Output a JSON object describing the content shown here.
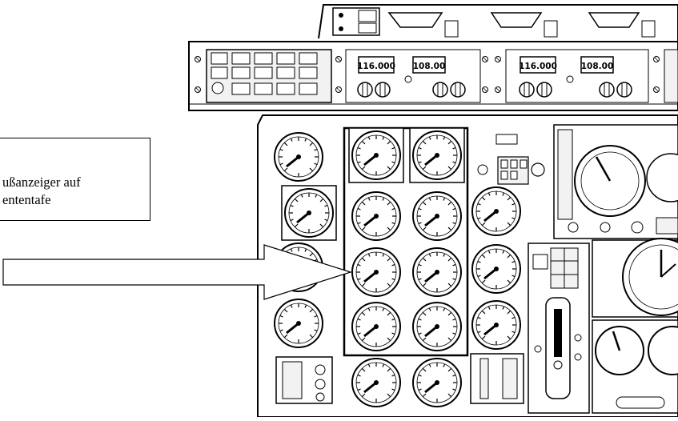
{
  "callout": {
    "line1": "ußanzeiger auf",
    "line2": "ententafe"
  },
  "radio_panel": {
    "comm_1": "116.000",
    "nav_1": "108.00",
    "comm_2": "116.000",
    "nav_2": "108.00"
  },
  "colors": {
    "ink": "#000000",
    "paper": "#ffffff",
    "panel_fill": "#f2f2f2"
  }
}
